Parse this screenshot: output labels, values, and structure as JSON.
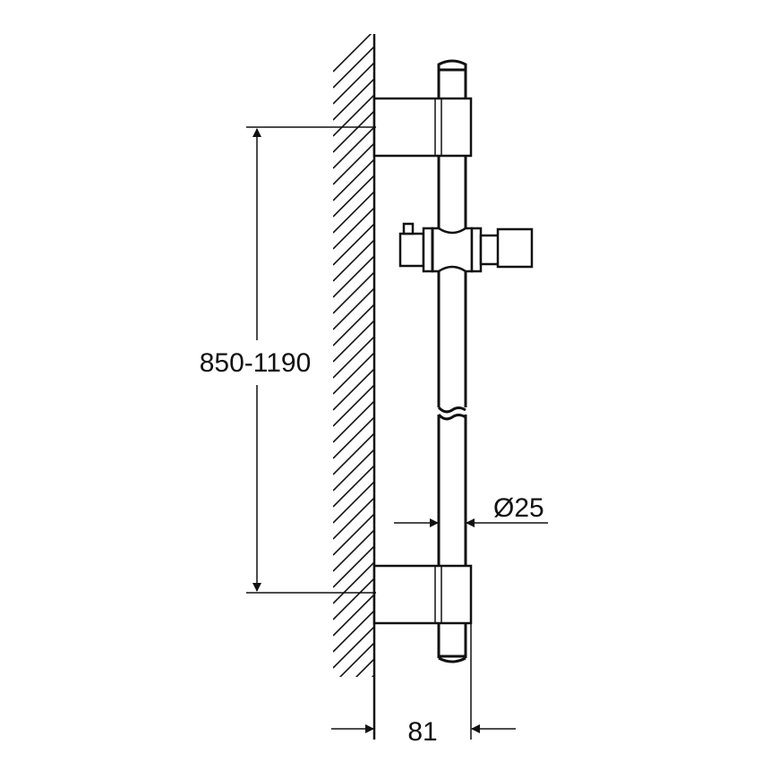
{
  "drawing": {
    "subject": "shower rail technical drawing",
    "colors": {
      "line": "#111111",
      "background": "#ffffff"
    },
    "dimensions": {
      "height_range": "850-1190",
      "rail_diameter": "Ø25",
      "wall_projection": "81"
    }
  }
}
